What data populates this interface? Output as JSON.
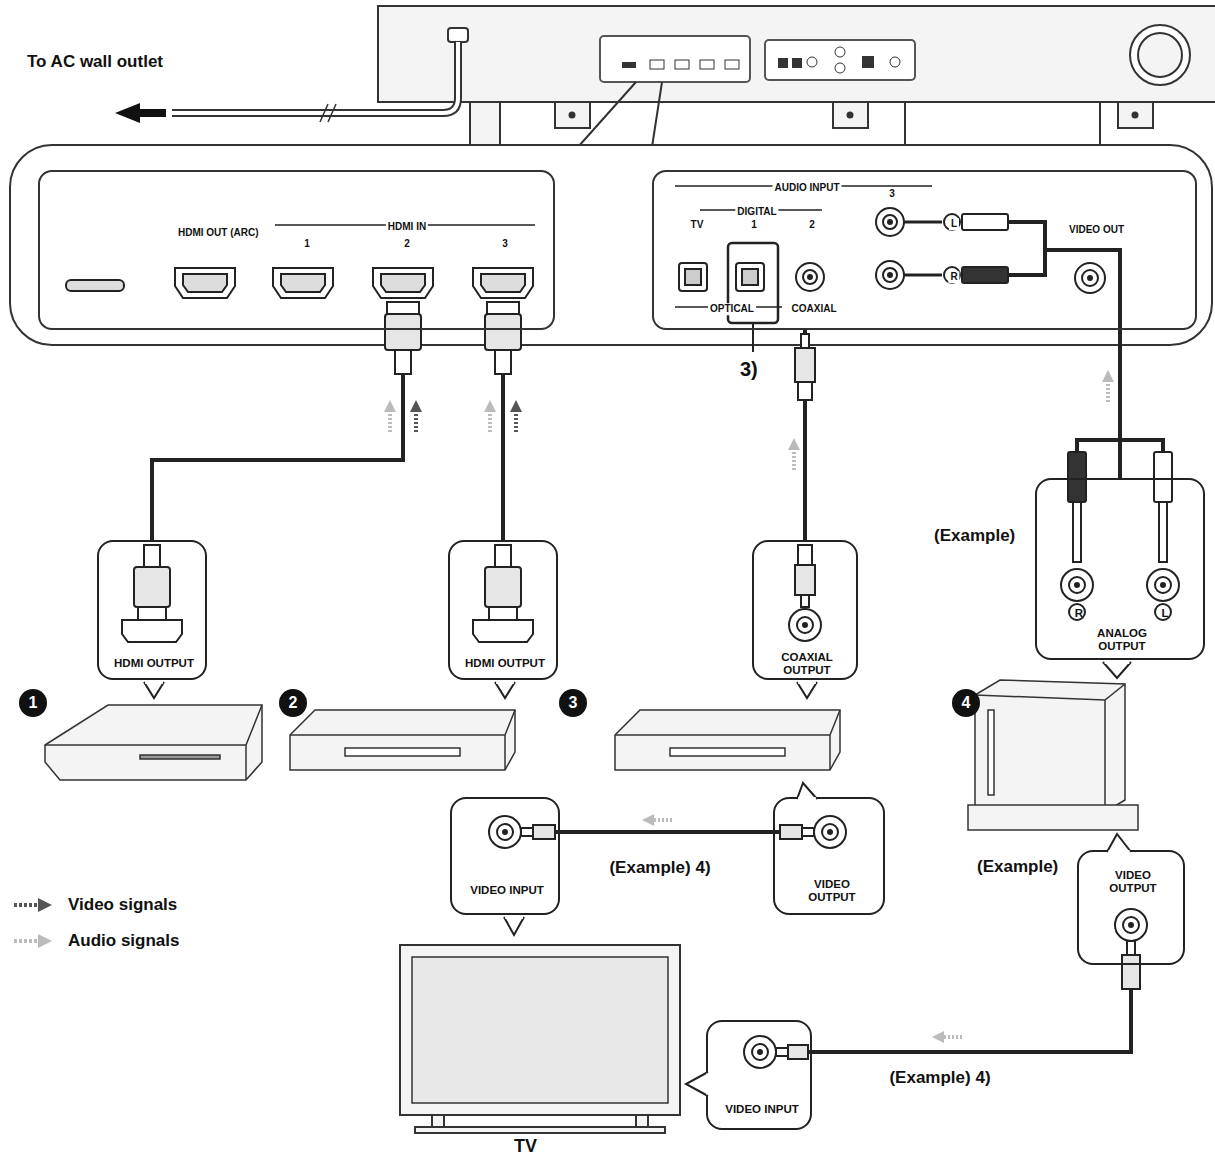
{
  "diagram": {
    "nodes": [
      {
        "text": [
          "HDMI OUT (ARC)",
          "HDMI IN",
          "1",
          "2",
          "3"
        ]
      },
      {
        "text": [
          "AUDIO INPUT",
          "DIGITAL",
          "TV",
          "1",
          "2",
          "3",
          "OPTICAL",
          "COAXIAL",
          "L",
          "R",
          "VIDEO OUT"
        ]
      },
      {
        "text": [
          "HDMI OUTPUT"
        ]
      },
      {
        "text": [
          "HDMI OUTPUT"
        ]
      },
      {
        "text": [
          "COAXIAL OUTPUT"
        ]
      },
      {
        "text": [
          "R",
          "L",
          "ANALOG OUTPUT"
        ]
      },
      {
        "text": [
          "1"
        ]
      },
      {
        "text": [
          "2"
        ]
      },
      {
        "text": [
          "3"
        ]
      },
      {
        "text": [
          "4"
        ]
      },
      {
        "text": [
          "VIDEO INPUT"
        ]
      },
      {
        "text": [
          "VIDEO OUTPUT"
        ]
      },
      {
        "text": [
          "VIDEO OUTPUT"
        ]
      },
      {
        "text": [
          "VIDEO INPUT"
        ]
      }
    ],
    "edges": [
      {
        "from": 2,
        "to": 0,
        "arrow": "none"
      },
      {
        "from": 3,
        "to": 0,
        "arrow": "none"
      },
      {
        "from": 4,
        "to": 1,
        "arrow": "none"
      },
      {
        "from": 5,
        "to": 1,
        "arrow": "none"
      },
      {
        "from": 11,
        "to": 10,
        "label": "(Example) 4)",
        "arrow": "none"
      },
      {
        "from": 12,
        "to": 13,
        "label": "(Example) 4)",
        "arrow": "none"
      }
    ],
    "labels": [
      "To AC wall outlet",
      "3)",
      "(Example)",
      "(Example)",
      "TV"
    ],
    "legend": [
      {
        "text": "Video signals"
      },
      {
        "text": "Audio signals"
      }
    ]
  }
}
